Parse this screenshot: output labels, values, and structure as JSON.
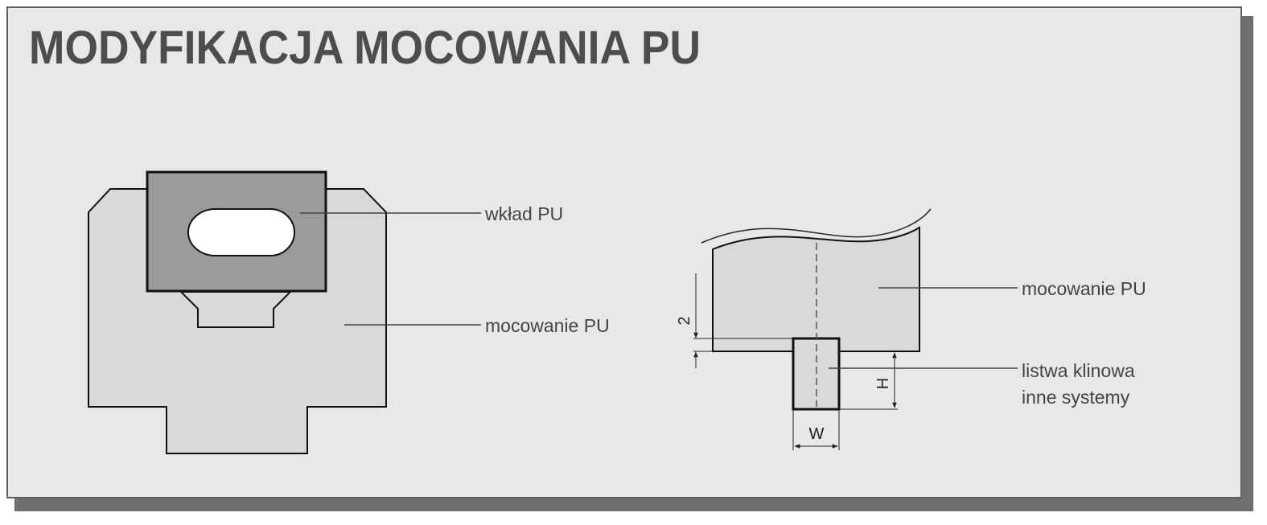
{
  "title": "MODYFIKACJA MOCOWANIA PU",
  "left_view": {
    "insert_label": "wkład PU",
    "mount_label": "mocowanie PU"
  },
  "right_view": {
    "mount_label": "mocowanie PU",
    "strip_label_line1": "listwa klinowa",
    "strip_label_line2": "inne systemy",
    "dim_2": "2",
    "dim_h": "H",
    "dim_w": "W"
  },
  "colors": {
    "panel_bg": "#e8e8e8",
    "mount_fill": "#d9d9d9",
    "insert_fill": "#9b9b9b",
    "title": "#4d4d4d"
  }
}
